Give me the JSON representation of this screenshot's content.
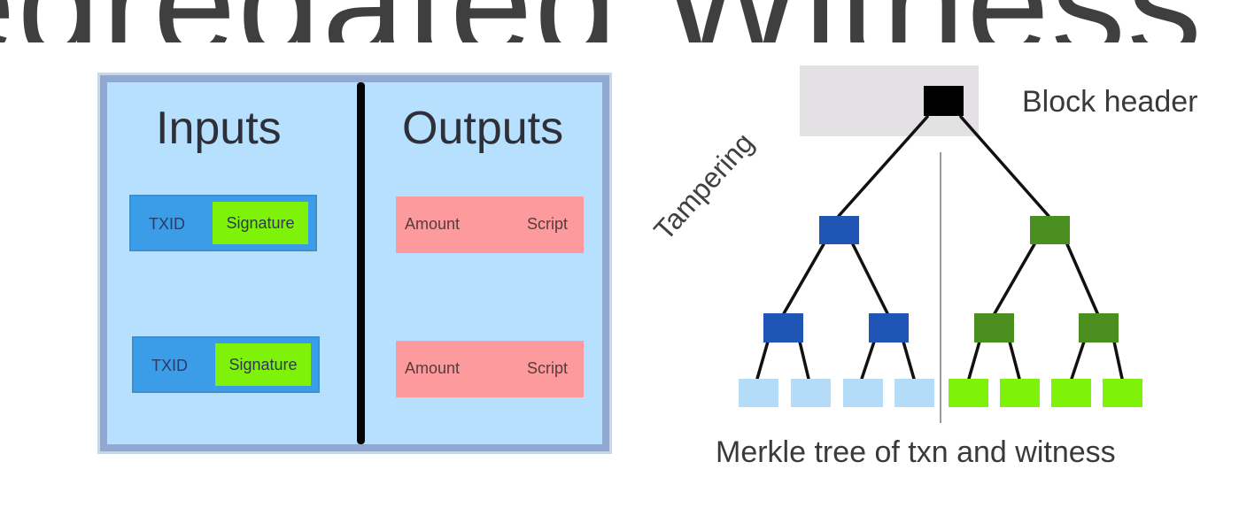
{
  "slide": {
    "title_fragment": "Segregated Witness"
  },
  "transaction": {
    "inputs_heading": "Inputs",
    "outputs_heading": "Outputs",
    "inputs": [
      {
        "txid": "TXID",
        "signature": "Signature"
      },
      {
        "txid": "TXID",
        "signature": "Signature"
      }
    ],
    "outputs": [
      {
        "amount": "Amount",
        "script": "Script"
      },
      {
        "amount": "Amount",
        "script": "Script"
      }
    ]
  },
  "merkle": {
    "header_label": "Block header",
    "tamper_label": "Tampering",
    "caption": "Merkle tree of txn and witness",
    "colors": {
      "root": "#000000",
      "txn_node": "#1f55b5",
      "txn_leaf": "#b4dcf8",
      "witness_node": "#4a8f20",
      "witness_leaf": "#7ff20a",
      "header_bg": "#e3e1e3"
    }
  }
}
